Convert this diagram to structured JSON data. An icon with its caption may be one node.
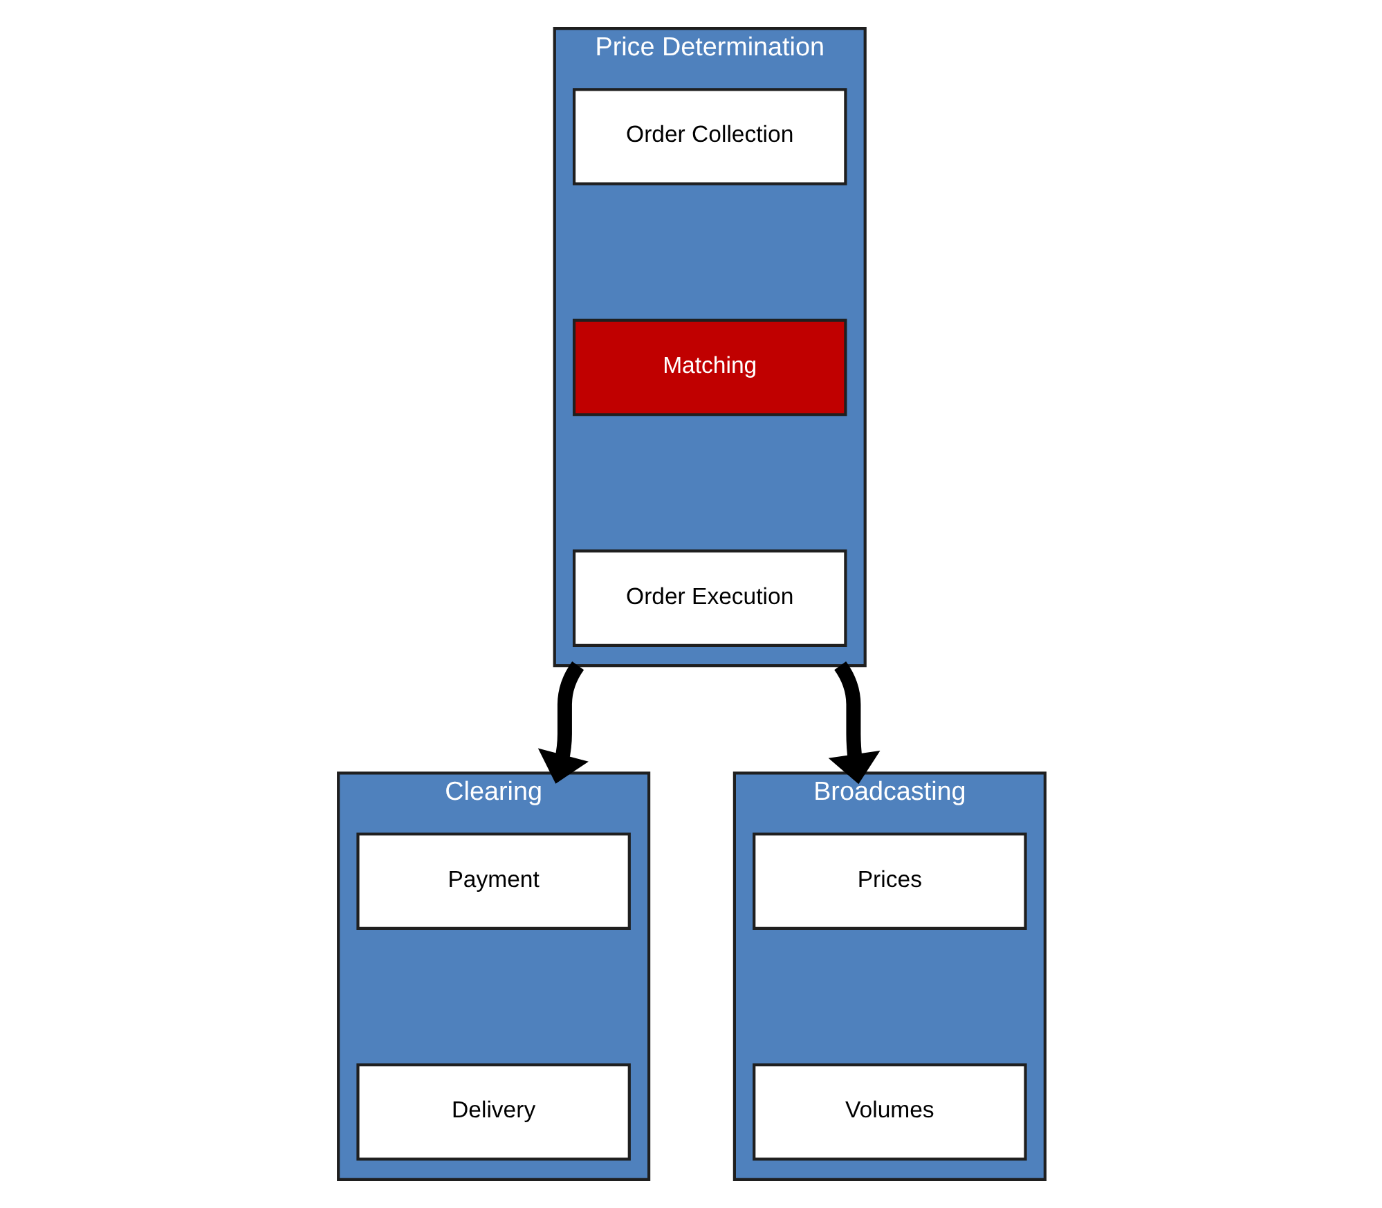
{
  "diagram": {
    "nodes": [
      {
        "text": [
          "Price Determination"
        ]
      },
      {
        "text": [
          "Order Collection"
        ],
        "in": 0
      },
      {
        "text": [
          "Matching"
        ],
        "in": 0
      },
      {
        "text": [
          "Order Execution"
        ],
        "in": 0
      },
      {
        "text": [
          "Clearing"
        ]
      },
      {
        "text": [
          "Payment"
        ],
        "in": 4
      },
      {
        "text": [
          "Delivery"
        ],
        "in": 4
      },
      {
        "text": [
          "Broadcasting"
        ]
      },
      {
        "text": [
          "Prices"
        ],
        "in": 7
      },
      {
        "text": [
          "Volumes"
        ],
        "in": 7
      }
    ],
    "edges": [
      {
        "from": 0,
        "to": 4,
        "arrow": "to"
      },
      {
        "from": 0,
        "to": 7,
        "arrow": "to"
      }
    ]
  }
}
